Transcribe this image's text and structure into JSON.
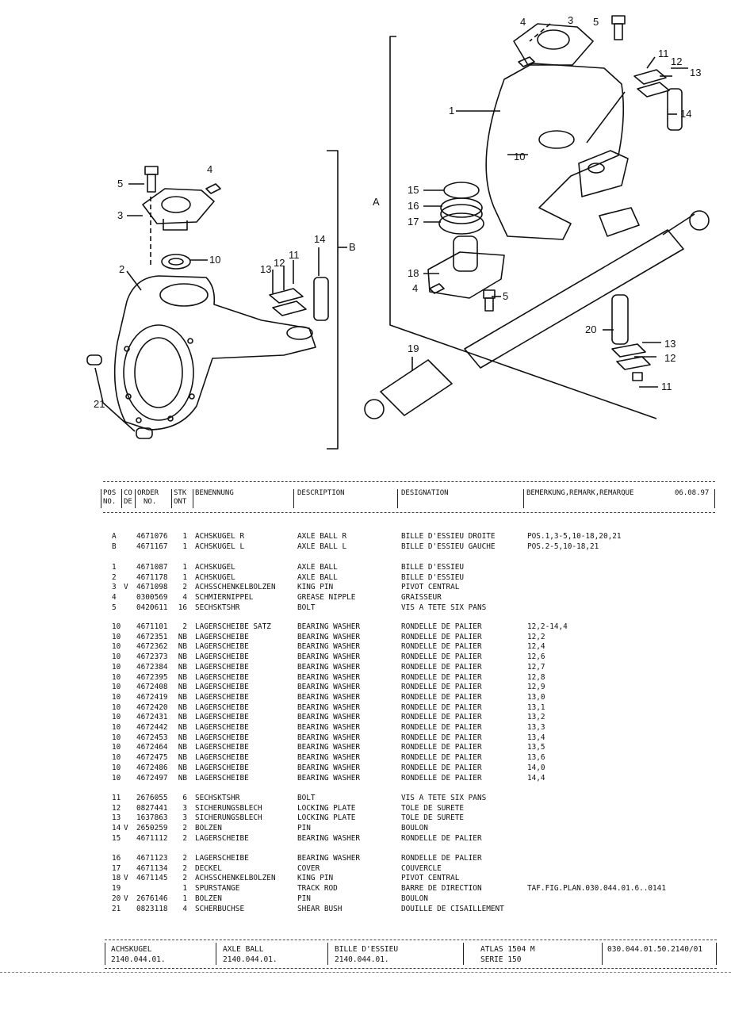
{
  "header": {
    "pos_no": [
      "POS",
      "NO."
    ],
    "co_de": [
      "CO",
      "DE"
    ],
    "order_no": [
      "ORDER",
      "NO."
    ],
    "stk_ont": [
      "STK",
      "ONT"
    ],
    "benennung": "BENENNUNG",
    "description": "DESCRIPTION",
    "designation": "DESIGNATION",
    "bemerkung": "BEMERKUNG,REMARK,REMARQUE",
    "date": "06.08.97"
  },
  "diagram": {
    "left_callouts": [
      "5",
      "4",
      "3",
      "10",
      "2",
      "14",
      "13",
      "12",
      "11",
      "21",
      "B"
    ],
    "right_callouts": [
      "4",
      "3",
      "5",
      "11",
      "12",
      "13",
      "1",
      "14",
      "10",
      "15",
      "16",
      "17",
      "18",
      "4",
      "5",
      "20",
      "13",
      "12",
      "11",
      "19",
      "A"
    ]
  },
  "groups": [
    [
      {
        "pos": "A",
        "co": "",
        "order": "4671076",
        "qty": "1",
        "ben": "ACHSKUGEL R",
        "desc": "AXLE BALL R",
        "desig": "BILLE D'ESSIEU DROITE",
        "rem": "POS.1,3-5,10-18,20,21"
      },
      {
        "pos": "B",
        "co": "",
        "order": "4671167",
        "qty": "1",
        "ben": "ACHSKUGEL L",
        "desc": "AXLE BALL L",
        "desig": "BILLE D'ESSIEU GAUCHE",
        "rem": "POS.2-5,10-18,21"
      }
    ],
    [
      {
        "pos": "1",
        "co": "",
        "order": "4671087",
        "qty": "1",
        "ben": "ACHSKUGEL",
        "desc": "AXLE BALL",
        "desig": "BILLE D'ESSIEU",
        "rem": ""
      },
      {
        "pos": "2",
        "co": "",
        "order": "4671178",
        "qty": "1",
        "ben": "ACHSKUGEL",
        "desc": "AXLE BALL",
        "desig": "BILLE D'ESSIEU",
        "rem": ""
      },
      {
        "pos": "3",
        "co": "V",
        "order": "4671098",
        "qty": "2",
        "ben": "ACHSSCHENKELBOLZEN",
        "desc": "KING PIN",
        "desig": "PIVOT CENTRAL",
        "rem": ""
      },
      {
        "pos": "4",
        "co": "",
        "order": "0300569",
        "qty": "4",
        "ben": "SCHMIERNIPPEL",
        "desc": "GREASE NIPPLE",
        "desig": "GRAISSEUR",
        "rem": ""
      },
      {
        "pos": "5",
        "co": "",
        "order": "0420611",
        "qty": "16",
        "ben": "SECHSKTSHR",
        "desc": "BOLT",
        "desig": "VIS A TETE SIX PANS",
        "rem": ""
      }
    ],
    [
      {
        "pos": "10",
        "co": "",
        "order": "4671101",
        "qty": "2",
        "ben": "LAGERSCHEIBE SATZ",
        "desc": "BEARING WASHER",
        "desig": "RONDELLE DE PALIER",
        "rem": "12,2-14,4"
      },
      {
        "pos": "10",
        "co": "",
        "order": "4672351",
        "qty": "NB",
        "ben": "LAGERSCHEIBE",
        "desc": "BEARING WASHER",
        "desig": "RONDELLE DE PALIER",
        "rem": "12,2"
      },
      {
        "pos": "10",
        "co": "",
        "order": "4672362",
        "qty": "NB",
        "ben": "LAGERSCHEIBE",
        "desc": "BEARING WASHER",
        "desig": "RONDELLE DE PALIER",
        "rem": "12,4"
      },
      {
        "pos": "10",
        "co": "",
        "order": "4672373",
        "qty": "NB",
        "ben": "LAGERSCHEIBE",
        "desc": "BEARING WASHER",
        "desig": "RONDELLE DE PALIER",
        "rem": "12,6"
      },
      {
        "pos": "10",
        "co": "",
        "order": "4672384",
        "qty": "NB",
        "ben": "LAGERSCHEIBE",
        "desc": "BEARING WASHER",
        "desig": "RONDELLE DE PALIER",
        "rem": "12,7"
      },
      {
        "pos": "10",
        "co": "",
        "order": "4672395",
        "qty": "NB",
        "ben": "LAGERSCHEIBE",
        "desc": "BEARING WASHER",
        "desig": "RONDELLE DE PALIER",
        "rem": "12,8"
      },
      {
        "pos": "10",
        "co": "",
        "order": "4672408",
        "qty": "NB",
        "ben": "LAGERSCHEIBE",
        "desc": "BEARING WASHER",
        "desig": "RONDELLE DE PALIER",
        "rem": "12,9"
      },
      {
        "pos": "10",
        "co": "",
        "order": "4672419",
        "qty": "NB",
        "ben": "LAGERSCHEIBE",
        "desc": "BEARING WASHER",
        "desig": "RONDELLE DE PALIER",
        "rem": "13,0"
      },
      {
        "pos": "10",
        "co": "",
        "order": "4672420",
        "qty": "NB",
        "ben": "LAGERSCHEIBE",
        "desc": "BEARING WASHER",
        "desig": "RONDELLE DE PALIER",
        "rem": "13,1"
      },
      {
        "pos": "10",
        "co": "",
        "order": "4672431",
        "qty": "NB",
        "ben": "LAGERSCHEIBE",
        "desc": "BEARING WASHER",
        "desig": "RONDELLE DE PALIER",
        "rem": "13,2"
      },
      {
        "pos": "10",
        "co": "",
        "order": "4672442",
        "qty": "NB",
        "ben": "LAGERSCHEIBE",
        "desc": "BEARING WASHER",
        "desig": "RONDELLE DE PALIER",
        "rem": "13,3"
      },
      {
        "pos": "10",
        "co": "",
        "order": "4672453",
        "qty": "NB",
        "ben": "LAGERSCHEIBE",
        "desc": "BEARING WASHER",
        "desig": "RONDELLE DE PALIER",
        "rem": "13,4"
      },
      {
        "pos": "10",
        "co": "",
        "order": "4672464",
        "qty": "NB",
        "ben": "LAGERSCHEIBE",
        "desc": "BEARING WASHER",
        "desig": "RONDELLE DE PALIER",
        "rem": "13,5"
      },
      {
        "pos": "10",
        "co": "",
        "order": "4672475",
        "qty": "NB",
        "ben": "LAGERSCHEIBE",
        "desc": "BEARING WASHER",
        "desig": "RONDELLE DE PALIER",
        "rem": "13,6"
      },
      {
        "pos": "10",
        "co": "",
        "order": "4672486",
        "qty": "NB",
        "ben": "LAGERSCHEIBE",
        "desc": "BEARING WASHER",
        "desig": "RONDELLE DE PALIER",
        "rem": "14,0"
      },
      {
        "pos": "10",
        "co": "",
        "order": "4672497",
        "qty": "NB",
        "ben": "LAGERSCHEIBE",
        "desc": "BEARING WASHER",
        "desig": "RONDELLE DE PALIER",
        "rem": "14,4"
      }
    ],
    [
      {
        "pos": "11",
        "co": "",
        "order": "2676055",
        "qty": "6",
        "ben": "SECHSKTSHR",
        "desc": "BOLT",
        "desig": "VIS A TETE SIX PANS",
        "rem": ""
      },
      {
        "pos": "12",
        "co": "",
        "order": "0827441",
        "qty": "3",
        "ben": "SICHERUNGSBLECH",
        "desc": "LOCKING PLATE",
        "desig": "TOLE DE SURETE",
        "rem": ""
      },
      {
        "pos": "13",
        "co": "",
        "order": "1637863",
        "qty": "3",
        "ben": "SICHERUNGSBLECH",
        "desc": "LOCKING PLATE",
        "desig": "TOLE DE SURETE",
        "rem": ""
      },
      {
        "pos": "14",
        "co": "V",
        "order": "2650259",
        "qty": "2",
        "ben": "BOLZEN",
        "desc": "PIN",
        "desig": "BOULON",
        "rem": ""
      },
      {
        "pos": "15",
        "co": "",
        "order": "4671112",
        "qty": "2",
        "ben": "LAGERSCHEIBE",
        "desc": "BEARING WASHER",
        "desig": "RONDELLE DE PALIER",
        "rem": ""
      }
    ],
    [
      {
        "pos": "16",
        "co": "",
        "order": "4671123",
        "qty": "2",
        "ben": "LAGERSCHEIBE",
        "desc": "BEARING WASHER",
        "desig": "RONDELLE DE PALIER",
        "rem": ""
      },
      {
        "pos": "17",
        "co": "",
        "order": "4671134",
        "qty": "2",
        "ben": "DECKEL",
        "desc": "COVER",
        "desig": "COUVERCLE",
        "rem": ""
      },
      {
        "pos": "18",
        "co": "V",
        "order": "4671145",
        "qty": "2",
        "ben": "ACHSSCHENKELBOLZEN",
        "desc": "KING PIN",
        "desig": "PIVOT CENTRAL",
        "rem": ""
      },
      {
        "pos": "19",
        "co": "",
        "order": "",
        "qty": "1",
        "ben": "SPURSTANGE",
        "desc": "TRACK ROD",
        "desig": "BARRE DE DIRECTION",
        "rem": "TAF.FIG.PLAN.030.044.01.6..0141"
      },
      {
        "pos": "20",
        "co": "V",
        "order": "2676146",
        "qty": "1",
        "ben": "BOLZEN",
        "desc": "PIN",
        "desig": "BOULON",
        "rem": ""
      },
      {
        "pos": "21",
        "co": "",
        "order": "0823118",
        "qty": "4",
        "ben": "SCHERBUCHSE",
        "desc": "SHEAR BUSH",
        "desig": "DOUILLE DE CISAILLEMENT",
        "rem": ""
      }
    ]
  ],
  "footer": {
    "de_name": "ACHSKUGEL",
    "de_code": "2140.044.01.",
    "en_name": "AXLE BALL",
    "en_code": "2140.044.01.",
    "fr_name": "BILLE D'ESSIEU",
    "fr_code": "2140.044.01.",
    "model": "ATLAS 1504 M",
    "series": "SERIE 150",
    "doc_no": "030.044.01.50.2140/01"
  }
}
